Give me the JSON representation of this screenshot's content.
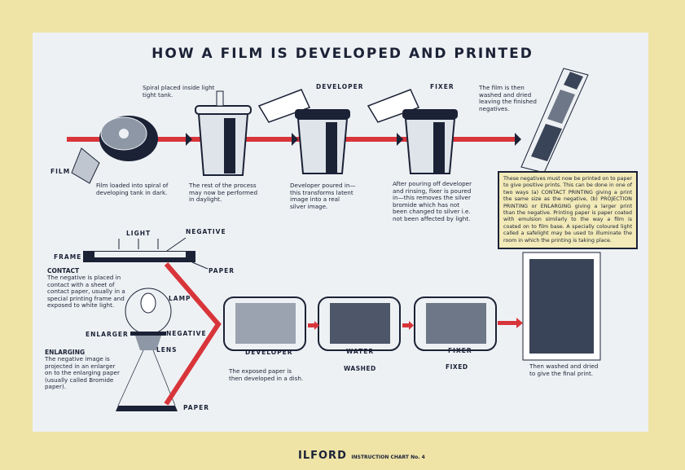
{
  "title": "HOW A FILM IS DEVELOPED AND PRINTED",
  "top_row": {
    "film_label": "FILM",
    "step1": "Film loaded into spiral of developing tank in dark.",
    "step2_heading": "Spiral placed inside light tight tank.",
    "step2": "The rest of the process may now be performed in daylight.",
    "developer_label": "DEVELOPER",
    "step3": "Developer poured in—this transforms latent image into a real silver image.",
    "fixer_label": "FIXER",
    "step4": "After pouring off developer and rinsing, fixer is poured in—this removes the silver bromide which has not been changed to silver i.e. not been affected by light.",
    "step5": "The film is then washed and dried leaving the finished negatives."
  },
  "note": "These negatives must now be printed on to paper to give positive prints. This can be done in one of two ways (a) CONTACT PRINTING giving a print the same size as the negative, (b) PROJECTION PRINTING or ENLARGING giving a larger print than the negative. Printing paper is paper coated with emulsion similarly to the way a film is coated on to film base. A specially coloured light called a safelight may be used to illuminate the room in which the printing is taking place.",
  "contact": {
    "light": "LIGHT",
    "negative": "NEGATIVE",
    "frame": "FRAME",
    "paper": "PAPER",
    "heading": "CONTACT",
    "text": "The negative is placed in contact with a sheet of contact paper, usually in a special printing frame and exposed to white light."
  },
  "enlarging": {
    "lamp": "LAMP",
    "enlarger": "ENLARGER",
    "negative": "NEGATIVE",
    "lens": "LENS",
    "paper": "PAPER",
    "heading": "ENLARGING",
    "text": "The negative image is projected in an enlarger on to the enlarging paper (usually called Bromide paper)."
  },
  "dishes": [
    {
      "label": "DEVELOPER",
      "caption": "The exposed paper is then developed in a dish."
    },
    {
      "label": "WATER",
      "caption": "WASHED"
    },
    {
      "label": "FIXER",
      "caption": "FIXED"
    }
  ],
  "final_caption": "Then washed and dried to give the final print.",
  "footer": {
    "brand": "ILFORD",
    "chart": "INSTRUCTION CHART No. 4"
  },
  "colors": {
    "arrow": "#d8353a",
    "ink": "#1b2236",
    "paper": "#eef1f4",
    "board": "#efe3a6"
  }
}
